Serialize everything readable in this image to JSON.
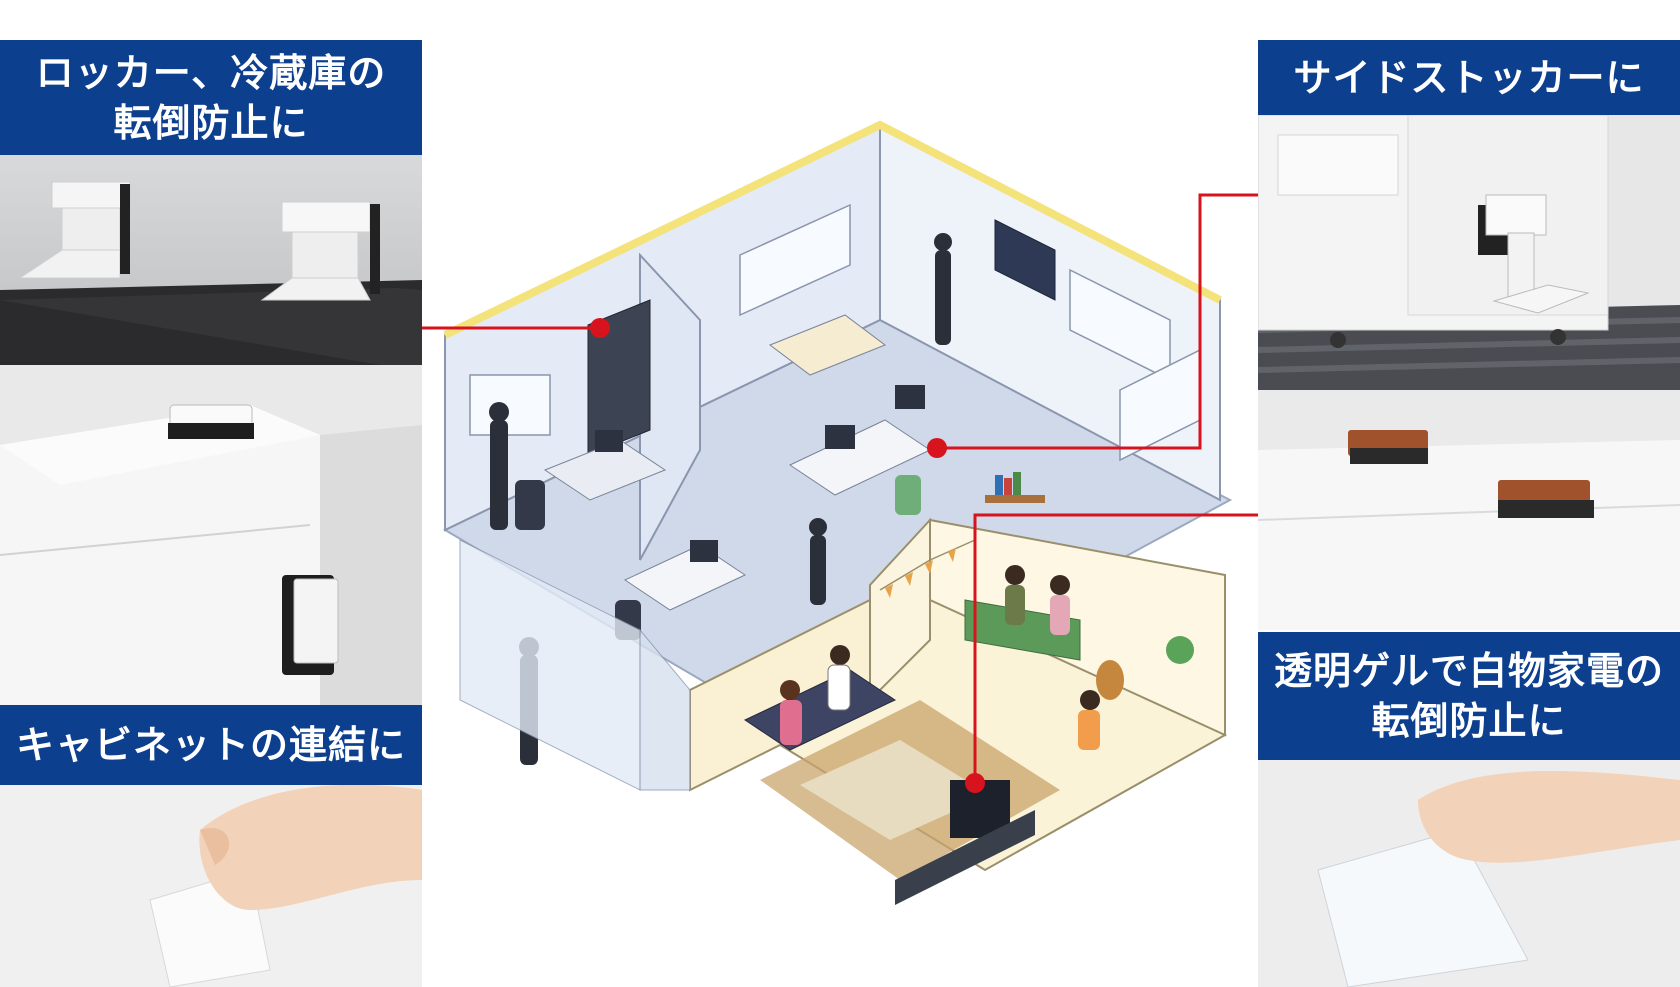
{
  "labels": {
    "locker_line1": "ロッカー、冷蔵庫の",
    "locker_line2": "転倒防止に",
    "cabinet": "キャビネットの連結に",
    "side_stocker": "サイドストッカーに",
    "gel_line1": "透明ゲルで白物家電の",
    "gel_line2": "転倒防止に"
  },
  "colors": {
    "label_bg": "#0d3f8f",
    "label_text": "#ffffff",
    "connector": "#d7141e"
  }
}
